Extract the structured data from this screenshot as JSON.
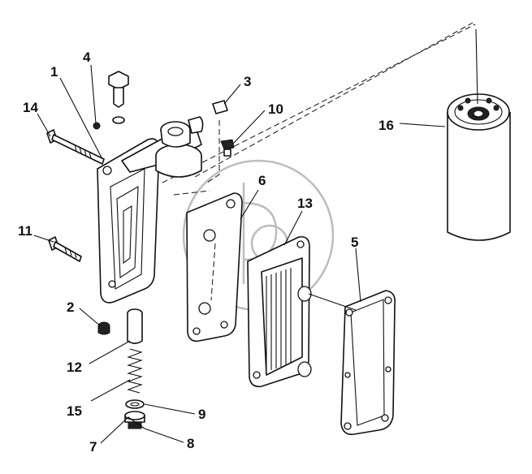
{
  "callouts": [
    {
      "id": "p1",
      "label": "1"
    },
    {
      "id": "p2",
      "label": "2"
    },
    {
      "id": "p3",
      "label": "3"
    },
    {
      "id": "p4",
      "label": "4"
    },
    {
      "id": "p5",
      "label": "5"
    },
    {
      "id": "p6",
      "label": "6"
    },
    {
      "id": "p7",
      "label": "7"
    },
    {
      "id": "p8",
      "label": "8"
    },
    {
      "id": "p9",
      "label": "9"
    },
    {
      "id": "p10",
      "label": "10"
    },
    {
      "id": "p11",
      "label": "11"
    },
    {
      "id": "p12",
      "label": "12"
    },
    {
      "id": "p13",
      "label": "13"
    },
    {
      "id": "p14",
      "label": "14"
    },
    {
      "id": "p15",
      "label": "15"
    },
    {
      "id": "p16",
      "label": "16"
    }
  ],
  "watermark": "logo-watermark"
}
